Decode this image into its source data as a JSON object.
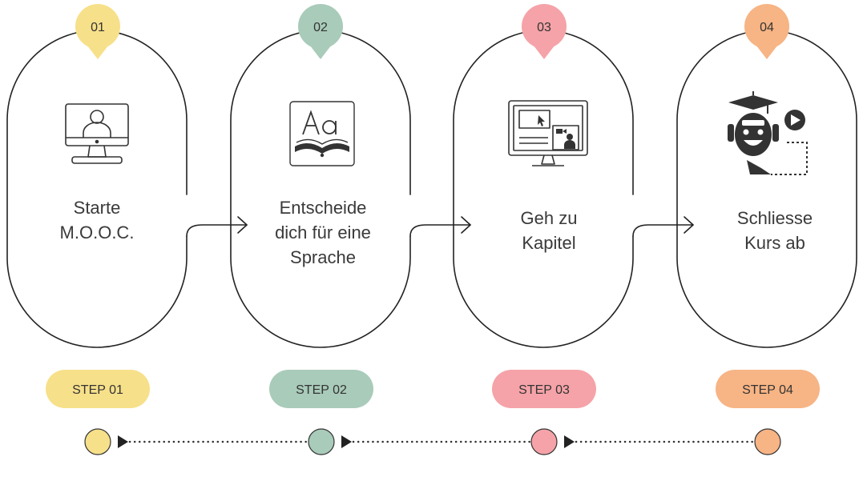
{
  "steps": [
    {
      "number": "01",
      "line1": "Starte",
      "line2": "M.O.O.C.",
      "line3": "",
      "label": "STEP 01",
      "color": "#F7E08A",
      "icon": "computer-user-icon"
    },
    {
      "number": "02",
      "line1": "Entscheide",
      "line2": "dich für eine",
      "line3": "Sprache",
      "label": "STEP 02",
      "color": "#A9CBBA",
      "icon": "language-book-icon"
    },
    {
      "number": "03",
      "line1": "Geh zu",
      "line2": "Kapitel",
      "line3": "",
      "label": "STEP 03",
      "color": "#F5A3A8",
      "icon": "video-lesson-icon"
    },
    {
      "number": "04",
      "line1": "Schliesse",
      "line2": "Kurs ab",
      "line3": "",
      "label": "STEP 04",
      "color": "#F7B484",
      "icon": "graduate-student-icon"
    }
  ]
}
